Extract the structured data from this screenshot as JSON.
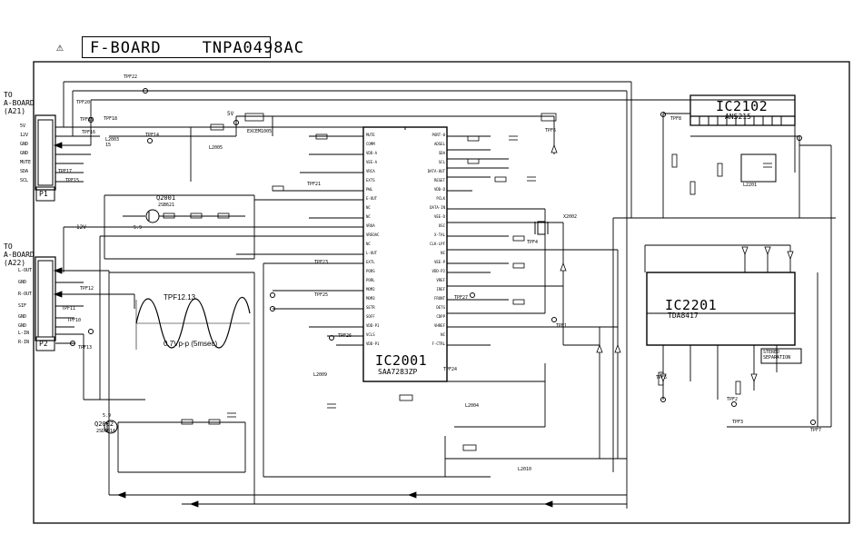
{
  "header": {
    "warning_symbol": "⚠",
    "title": "F-BOARD",
    "part_number": "TNPA0498AC"
  },
  "connectors": {
    "top": {
      "to": "TO",
      "board": "A-BOARD",
      "ref": "(A21)",
      "plug": "P1",
      "pins": [
        "5V",
        "12V",
        "GND",
        "GND",
        "MUTE",
        "SDA",
        "SCL"
      ]
    },
    "bottom": {
      "to": "TO",
      "board": "A-BOARD",
      "ref": "(A22)",
      "plug": "P2",
      "pins": [
        "L-OUT",
        "GND",
        "R-OUT",
        "SIF",
        "GND",
        "GND",
        "L-IN",
        "R-IN"
      ]
    }
  },
  "ics": {
    "ic2001": {
      "name": "IC2001",
      "part": "SAA7283ZP",
      "left_pins": [
        "MUTE",
        "COMM",
        "VDD-A",
        "VEE-A",
        "VRCA",
        "EXTS",
        "PWL",
        "E-OUT",
        "NC",
        "NC",
        "VROA",
        "VREOAC",
        "NC",
        "L-OUT",
        "EXTL",
        "PORS",
        "PORL",
        "MOM2",
        "MOM3",
        "SETR",
        "SOFF",
        "VDD-P1",
        "VCLS",
        "VDD-P1"
      ],
      "right_pins": [
        "PORT-0",
        "ADSEL",
        "SDA",
        "SCL",
        "DATA-OUT",
        "RESET",
        "VDD-D",
        "PCLK",
        "DATA-IN",
        "VEE-D",
        "OSC",
        "X-TAL",
        "CLK-LPF",
        "NC",
        "VEE-P",
        "VDD-P2",
        "VREF",
        "IREF",
        "FRONT",
        "DETG",
        "CDPP",
        "VHREF",
        "NC",
        "F-CTRL"
      ]
    },
    "ic2102": {
      "name": "IC2102",
      "part": "AN5215"
    },
    "ic2201": {
      "name": "IC2201",
      "part": "TDA8417"
    }
  },
  "transistors": [
    {
      "ref": "Q2001",
      "part": "2SB621",
      "voltage": "5.9"
    },
    {
      "ref": "Q2002",
      "part": "2SD601A",
      "voltage": "5.9"
    }
  ],
  "waveform": {
    "test_point": "TPF12.13",
    "amplitude": "0.7Vp-p (5msec)"
  },
  "labels": {
    "five_volt": "5V",
    "twelve_volt": "12V",
    "stereo_sep": "STEREO",
    "stereo_sep2": "SEPARATION",
    "x2002": "X2002",
    "l2003": "L2003",
    "l2004": "L2004",
    "l2005": "L2005",
    "l2009": "L2009",
    "l2010": "L2010",
    "l2201": "L2201",
    "l2003_val": "15",
    "ccs": "EXCEM1005",
    "tpf": [
      "TPF22",
      "TPF20",
      "TPF19",
      "TPF18",
      "TPF16",
      "TPF17",
      "TPF15",
      "TPF14",
      "TPF12",
      "TPF11",
      "TPF10",
      "TPF13",
      "TPF7",
      "TPF8",
      "TPF5",
      "TPF2",
      "TPF21",
      "TPF23",
      "TPF25",
      "TPF26",
      "TPF27",
      "TPF3",
      "TPF1",
      "TPF6",
      "TPF4",
      "TPF24"
    ]
  }
}
